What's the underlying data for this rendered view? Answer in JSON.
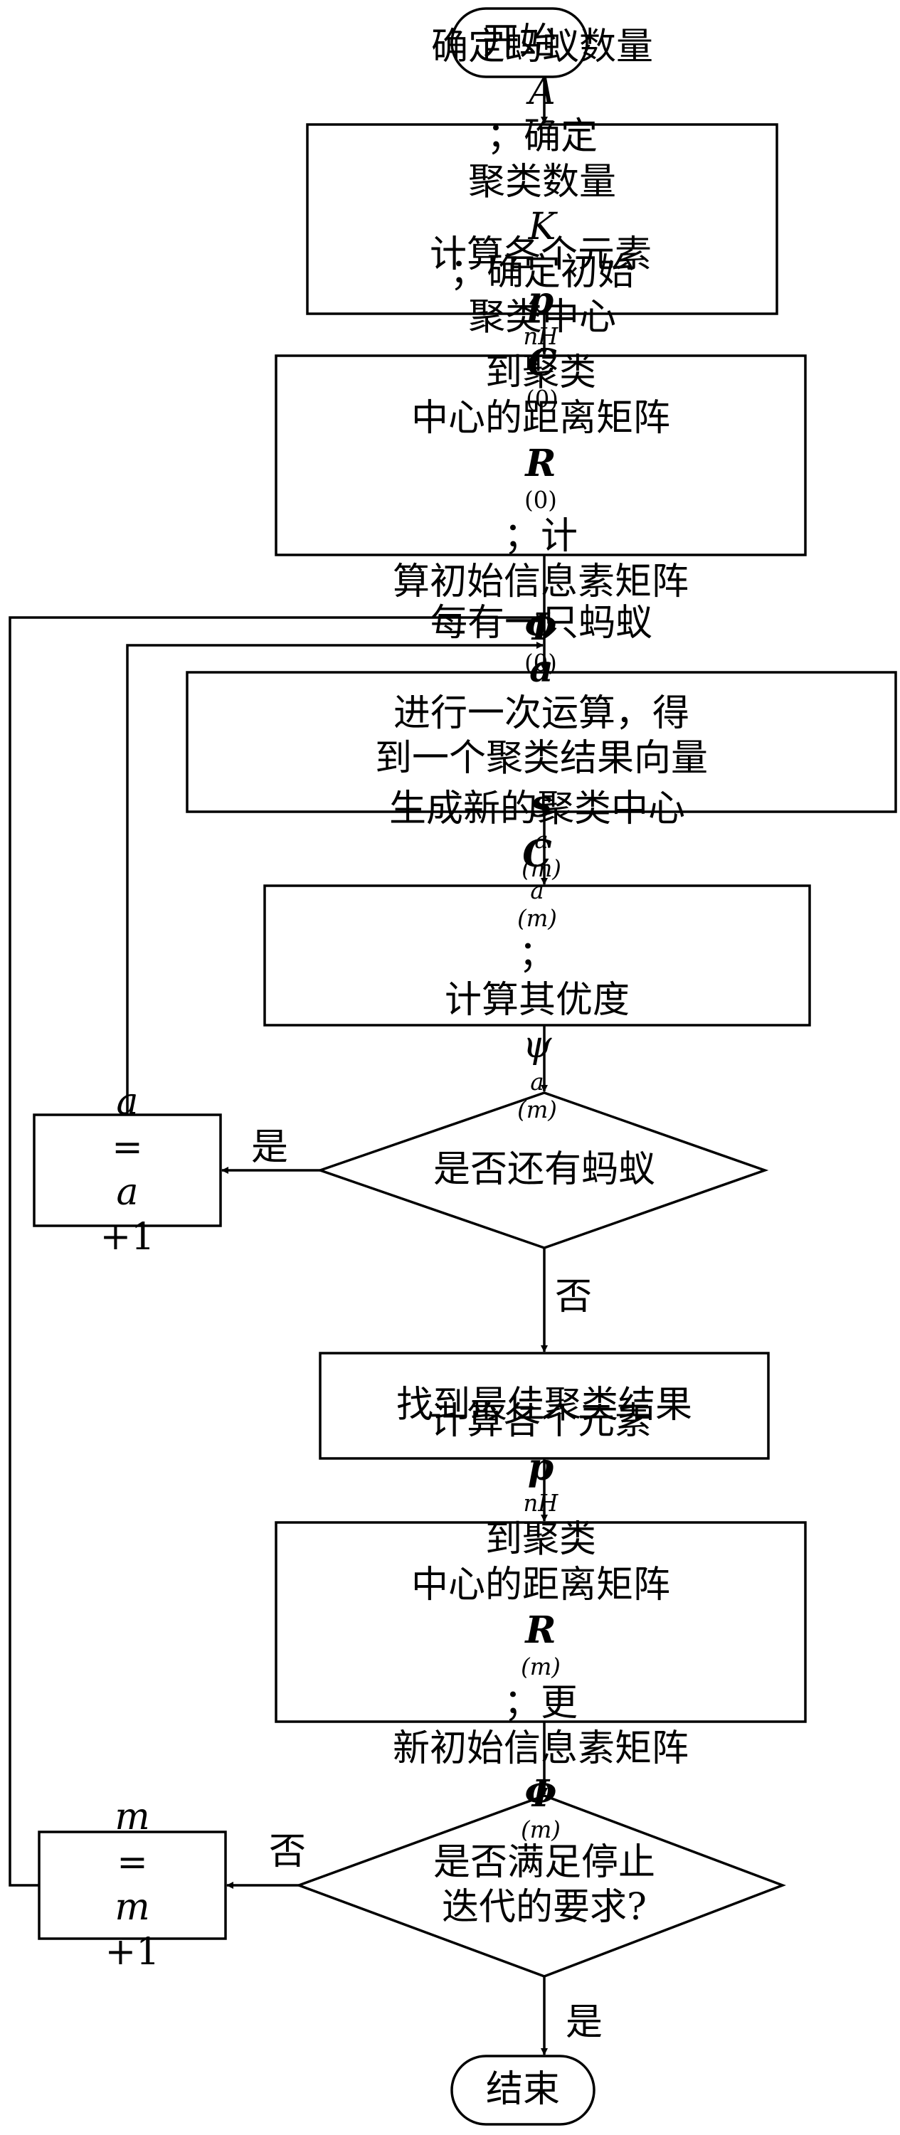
{
  "flowchart": {
    "start": "开始",
    "end": "结束",
    "step1": {
      "line1_pre": "确定蚂蚁数量",
      "line1_var": "A",
      "line1_post": "；确定",
      "line2_pre": "聚类数量",
      "line2_var": "K",
      "line2_post": "；确定初始",
      "line3_pre": "聚类中心",
      "line3_var": "C",
      "line3_sup": "(0)"
    },
    "step2": {
      "line1_pre": "计算各个元素",
      "line1_var": "p",
      "line1_sub": "nH",
      "line1_post": "到聚类",
      "line2_pre": "中心的距离矩阵",
      "line2_var": "R",
      "line2_sup": "(0)",
      "line2_post": "；计",
      "line3_pre": "算初始信息素矩阵",
      "line3_var": "Φ",
      "line3_sup": "(0)"
    },
    "step3": {
      "line1_pre": "每有一只蚂蚁",
      "line1_var": "a",
      "line1_post": "进行一次运算，得",
      "line2_pre": "到一个聚类结果向量",
      "line2_var": "s",
      "line2_sub": "a",
      "line2_sup": "(m)"
    },
    "step4": {
      "line1_pre": "生成新的聚类中心",
      "line1_var": "C",
      "line1_sub": "a",
      "line1_sup": "(m)",
      "line1_post": "；",
      "line2_pre": "计算其优度",
      "line2_var": "ψ",
      "line2_sub": "a",
      "line2_sup": "(m)"
    },
    "decision1": {
      "text": "是否还有蚂蚁",
      "yes": "是",
      "no": "否"
    },
    "loop1": {
      "v1": "a",
      "eq": "=",
      "v2": "a",
      "plus": "+1"
    },
    "step5": "找到最佳聚类结果",
    "step6": {
      "line1_pre": "计算各个元素",
      "line1_var": "p",
      "line1_sub": "nH",
      "line1_post": "到聚类",
      "line2_pre": "中心的距离矩阵",
      "line2_var": "R",
      "line2_sup": "(m)",
      "line2_post": "；更",
      "line3_pre": "新初始信息素矩阵",
      "line3_var": "Φ",
      "line3_sup": "(m)"
    },
    "decision2": {
      "line1": "是否满足停止",
      "line2": "迭代的要求?",
      "yes": "是",
      "no": "否"
    },
    "loop2": {
      "v1": "m",
      "eq": "=",
      "v2": "m",
      "plus": "+1"
    }
  }
}
